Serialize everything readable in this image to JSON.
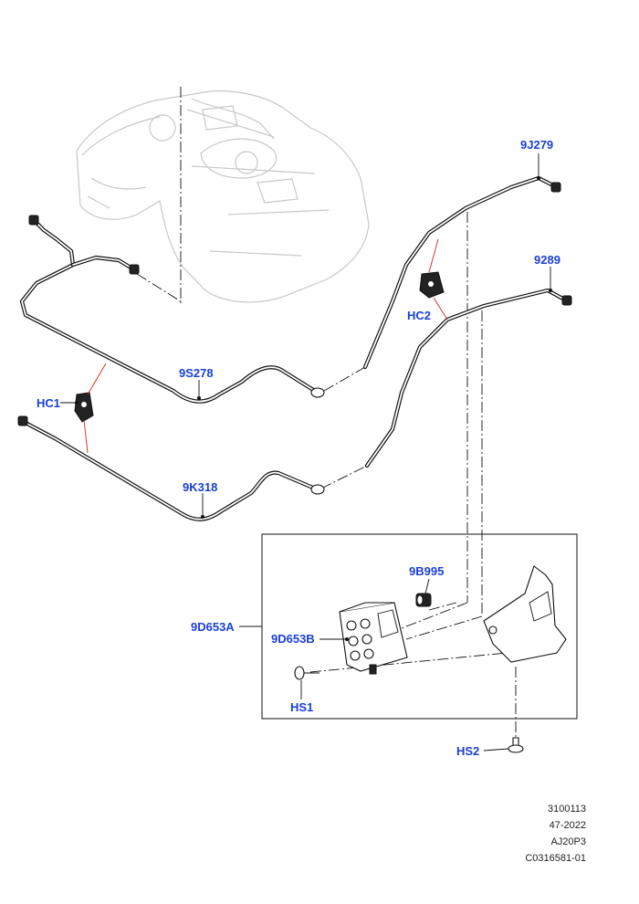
{
  "callouts": {
    "c_9j279": "9J279",
    "c_9289": "9289",
    "c_hc2": "HC2",
    "c_9s278": "9S278",
    "c_hc1": "HC1",
    "c_9k318": "9K318",
    "c_9b995": "9B995",
    "c_9d653a": "9D653A",
    "c_9d653b": "9D653B",
    "c_hs1": "HS1",
    "c_hs2": "HS2"
  },
  "reference": {
    "line1": "3100113",
    "line2": "47-2022",
    "line3": "AJ20P3",
    "line4": "C0316581-01"
  },
  "colors": {
    "callout": "#1a3fd6",
    "highlight": "#d42020",
    "tank_outline": "#c8c8c8"
  }
}
